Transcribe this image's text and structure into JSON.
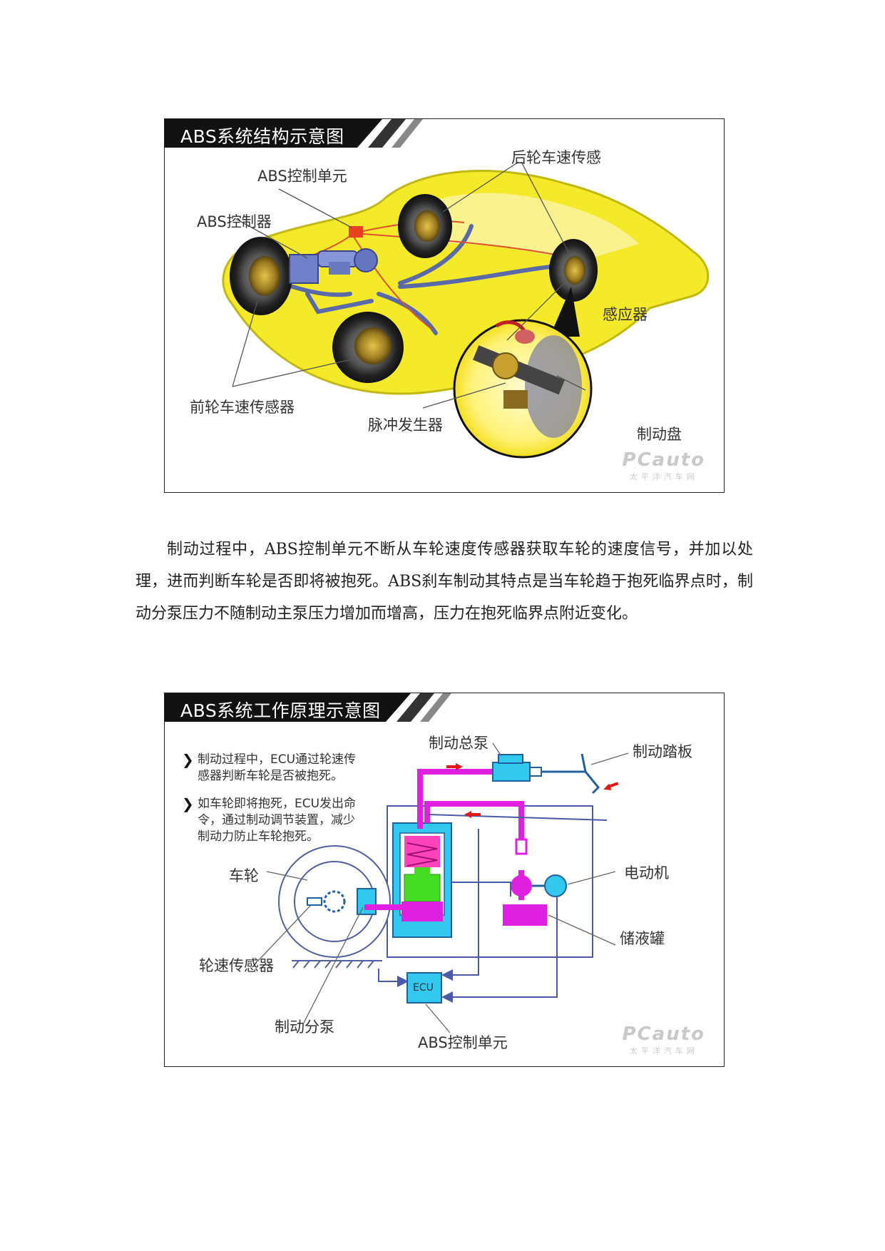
{
  "figure1": {
    "title": "ABS系统结构示意图",
    "labels": {
      "rear_sensor": "后轮车速传感",
      "abs_unit": "ABS控制单元",
      "abs_controller": "ABS控制器",
      "sensor": "感应器",
      "front_sensor": "前轮车速传感器",
      "pulse_gen": "脉冲发生器",
      "brake_disc": "制动盘"
    },
    "watermark": {
      "brand": "PCauto",
      "sub": "太平洋汽车网"
    }
  },
  "paragraph": "制动过程中，ABS控制单元不断从车轮速度传感器获取车轮的速度信号，并加以处理，进而判断车轮是否即将被抱死。ABS刹车制动其特点是当车轮趋于抱死临界点时，制动分泵压力不随制动主泵压力增加而增高，压力在抱死临界点附近变化。",
  "figure2": {
    "title": "ABS系统工作原理示意图",
    "notes": [
      "制动过程中，ECU通过轮速传感器判断车轮是否被抱死。",
      "如车轮即将抱死，ECU发出命令，通过制动调节装置，减少制动力防止车轮抱死。"
    ],
    "note_lines": [
      [
        "制动过程中，ECU通过轮速传",
        "感器判断车轮是否被抱死。"
      ],
      [
        "如车轮即将抱死，ECU发出命",
        "令，通过制动调节装置，减少",
        "制动力防止车轮抱死。"
      ]
    ],
    "labels": {
      "master_cyl": "制动总泵",
      "pedal": "制动踏板",
      "motor": "电动机",
      "wheel": "车轮",
      "reservoir": "储液罐",
      "wheel_sensor": "轮速传感器",
      "wheel_cyl": "制动分泵",
      "ecu": "ECU",
      "abs_unit": "ABS控制单元"
    },
    "colors": {
      "magenta": "#e020e0",
      "cyan": "#33c8ee",
      "green": "#44dd22",
      "pink": "#ff44bb",
      "line": "#4a5aa8",
      "arrow": "#e01818"
    },
    "watermark": {
      "brand": "PCauto",
      "sub": "太平洋汽车网"
    }
  }
}
